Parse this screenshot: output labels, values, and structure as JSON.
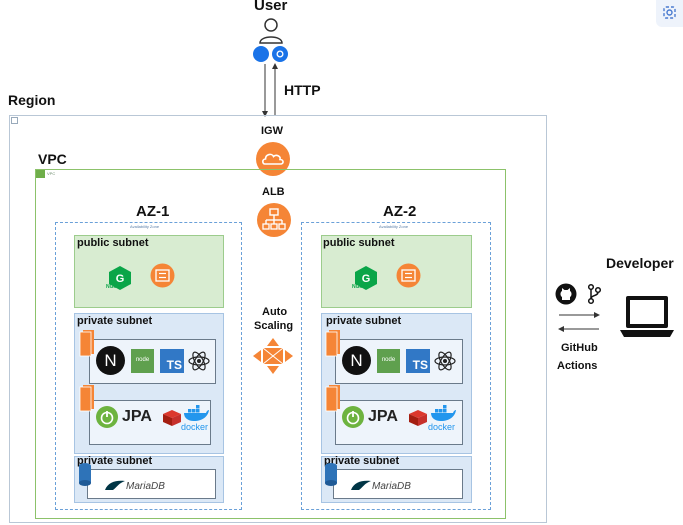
{
  "user": {
    "label": "User"
  },
  "http": {
    "label": "HTTP"
  },
  "region": {
    "label": "Region"
  },
  "igw": {
    "label": "IGW"
  },
  "vpc": {
    "label": "VPC",
    "tag": "VPC"
  },
  "alb": {
    "label": "ALB"
  },
  "autoscaling": {
    "line1": "Auto",
    "line2": "Scaling"
  },
  "az1": {
    "label": "AZ-1",
    "zone_tag": "Availability Zone",
    "public_subnet": "public subnet",
    "private_subnet_app": "private subnet",
    "private_subnet_db": "private subnet"
  },
  "az2": {
    "label": "AZ-2",
    "zone_tag": "Availability Zone",
    "public_subnet": "public subnet",
    "private_subnet_app": "private subnet",
    "private_subnet_db": "private subnet"
  },
  "logos": {
    "nginx": "NGINX",
    "node": "node",
    "ts": "TS",
    "jpa": "JPA",
    "docker": "docker",
    "mariadb": "MariaDB",
    "next": "N"
  },
  "developer": {
    "label": "Developer"
  },
  "github_actions": {
    "line1": "GitHub",
    "line2": "Actions"
  },
  "colors": {
    "aws_orange": "#f58536",
    "vpc_green": "#8cc26a",
    "public_green": "#d8ecd1",
    "private_blue": "#dbe8f6",
    "az_dashed": "#6aa0d8"
  }
}
